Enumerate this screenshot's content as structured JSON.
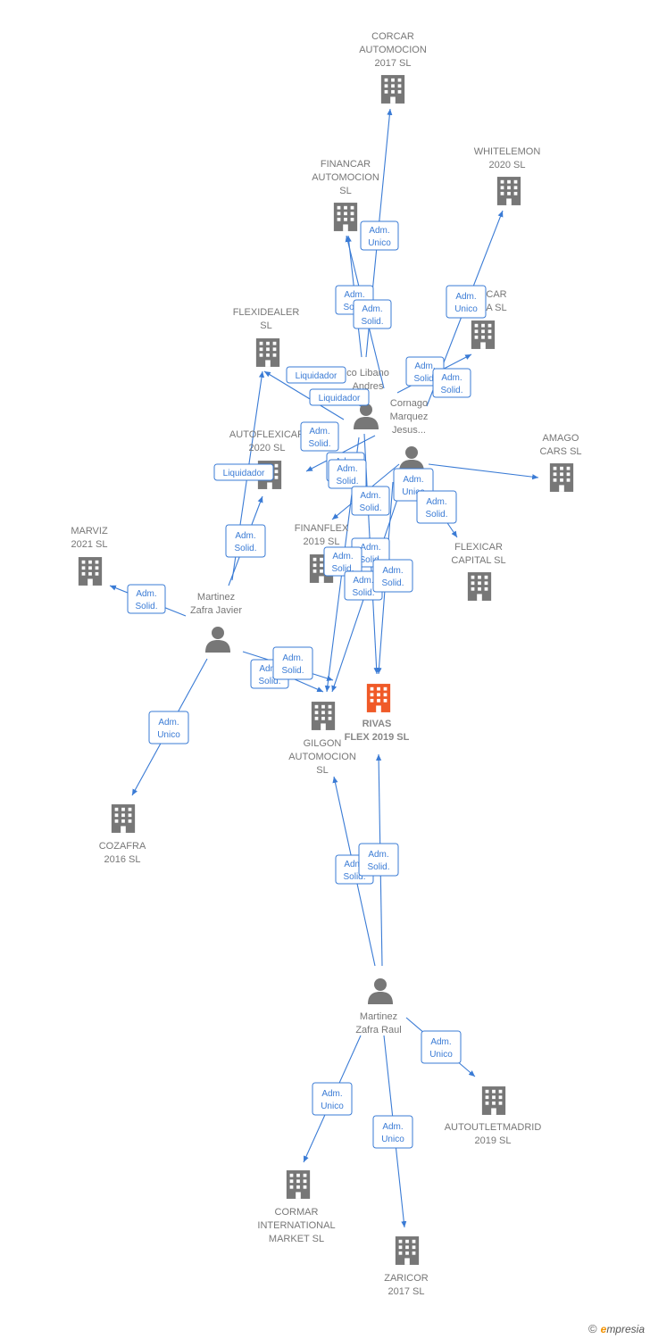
{
  "colors": {
    "edge": "#3a7bd5",
    "node": "#777777",
    "focus": "#f05a28"
  },
  "nodes": [
    {
      "id": "corcar",
      "type": "company",
      "lines": [
        "CORCAR",
        "AUTOMOCION",
        "2017  SL"
      ]
    },
    {
      "id": "whitelemon",
      "type": "company",
      "lines": [
        "WHITELEMON",
        "2020  SL"
      ]
    },
    {
      "id": "financar",
      "type": "company",
      "lines": [
        "FINANCAR",
        "AUTOMOCION",
        "SL"
      ]
    },
    {
      "id": "car",
      "type": "company",
      "lines": [
        "CAR",
        "A  SL"
      ]
    },
    {
      "id": "flexidealer",
      "type": "company",
      "lines": [
        "FLEXIDEALER",
        "SL"
      ]
    },
    {
      "id": "libano",
      "type": "person",
      "lines": [
        "co Libano",
        "Andres"
      ]
    },
    {
      "id": "cornago",
      "type": "person",
      "lines": [
        "Cornago",
        "Marquez",
        "Jesus..."
      ]
    },
    {
      "id": "autoflexicar",
      "type": "company",
      "lines": [
        "AUTOFLEXICAR",
        "2020  SL"
      ]
    },
    {
      "id": "amago",
      "type": "company",
      "lines": [
        "AMAGO",
        "CARS  SL"
      ]
    },
    {
      "id": "finanflex",
      "type": "company",
      "lines": [
        "FINANFLEX",
        "2019  SL"
      ]
    },
    {
      "id": "flexicar",
      "type": "company",
      "lines": [
        "FLEXICAR",
        "CAPITAL  SL"
      ]
    },
    {
      "id": "marviz",
      "type": "company",
      "lines": [
        "MARVIZ",
        "2021  SL"
      ]
    },
    {
      "id": "javier",
      "type": "person",
      "lines": [
        "Martinez",
        "Zafra Javier"
      ]
    },
    {
      "id": "rivas",
      "type": "focus",
      "lines": [
        "RIVAS",
        "FLEX 2019  SL"
      ]
    },
    {
      "id": "gilgon",
      "type": "company",
      "lines": [
        "GILGON",
        "AUTOMOCION",
        "SL"
      ]
    },
    {
      "id": "cozafra",
      "type": "company",
      "lines": [
        "COZAFRA",
        "2016  SL"
      ]
    },
    {
      "id": "raul",
      "type": "person",
      "lines": [
        "Martinez",
        "Zafra Raul"
      ]
    },
    {
      "id": "autooutlet",
      "type": "company",
      "lines": [
        "AUTOUTLETMADRID",
        "2019  SL"
      ]
    },
    {
      "id": "cormar",
      "type": "company",
      "lines": [
        "CORMAR",
        "INTERNATIONAL",
        "MARKET  SL"
      ]
    },
    {
      "id": "zaricor",
      "type": "company",
      "lines": [
        "ZARICOR",
        "2017  SL"
      ]
    }
  ],
  "badges": [
    {
      "lines": [
        "Adm.",
        "Unico"
      ]
    },
    {
      "lines": [
        "Adm.",
        "Solid."
      ]
    },
    {
      "lines": [
        "Adm.",
        "Solid."
      ]
    },
    {
      "lines": [
        "Adm.",
        "Unico"
      ]
    },
    {
      "lines": [
        "Adm.",
        "Solid."
      ]
    },
    {
      "lines": [
        "Adm.",
        "Solid."
      ]
    },
    {
      "lines": [
        "Liquidador"
      ]
    },
    {
      "lines": [
        "Liquidador"
      ]
    },
    {
      "lines": [
        "Liquidador"
      ]
    },
    {
      "lines": [
        "Adm.",
        "Solid."
      ]
    },
    {
      "lines": [
        "Adm.",
        "Solid."
      ]
    },
    {
      "lines": [
        "Adm.",
        "Solid."
      ]
    },
    {
      "lines": [
        "Adm.",
        "Solid."
      ]
    },
    {
      "lines": [
        "Adm.",
        "Unico"
      ]
    },
    {
      "lines": [
        "Adm.",
        "Solid."
      ]
    },
    {
      "lines": [
        "Adm.",
        "Solid."
      ]
    },
    {
      "lines": [
        "Adm.",
        "Solid."
      ]
    },
    {
      "lines": [
        "Adm.",
        "Solid."
      ]
    },
    {
      "lines": [
        "Adm.",
        "Solid."
      ]
    },
    {
      "lines": [
        "Adm.",
        "Solid."
      ]
    },
    {
      "lines": [
        "Adm.",
        "Solid."
      ]
    },
    {
      "lines": [
        "Adm.",
        "Solid."
      ]
    },
    {
      "lines": [
        "Adm.",
        "Solid."
      ]
    },
    {
      "lines": [
        "Adm.",
        "Unico"
      ]
    },
    {
      "lines": [
        "Adm.",
        "Solid."
      ]
    },
    {
      "lines": [
        "Adm.",
        "Solid."
      ]
    },
    {
      "lines": [
        "Adm.",
        "Unico"
      ]
    },
    {
      "lines": [
        "Adm.",
        "Unico"
      ]
    },
    {
      "lines": [
        "Adm.",
        "Unico"
      ]
    },
    {
      "lines": [
        "Adm.",
        "Unico"
      ]
    }
  ],
  "footer": {
    "copyright": "©",
    "brand_initial": "e",
    "brand_rest": "mpresia"
  }
}
